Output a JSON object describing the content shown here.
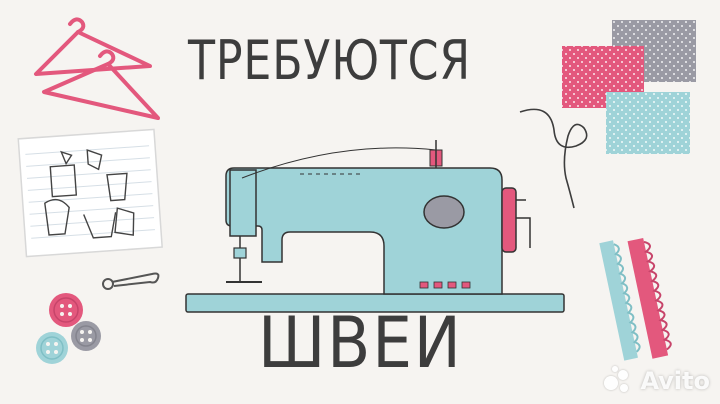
{
  "headline": {
    "top": "ТРЕБУЮТСЯ",
    "bottom": "ШВЕИ"
  },
  "watermark": {
    "text": "Avito"
  },
  "colors": {
    "background": "#f6f4f1",
    "machine": "#9fd3d8",
    "pink": "#e3587d",
    "gray": "#9a9aa4",
    "ink": "#3d3d3d"
  },
  "icons": [
    "hanger-icon",
    "sketch-paper-icon",
    "safety-pin-icon",
    "button-icon",
    "sewing-machine-icon",
    "fabric-swatch-icon",
    "lace-trim-icon"
  ]
}
